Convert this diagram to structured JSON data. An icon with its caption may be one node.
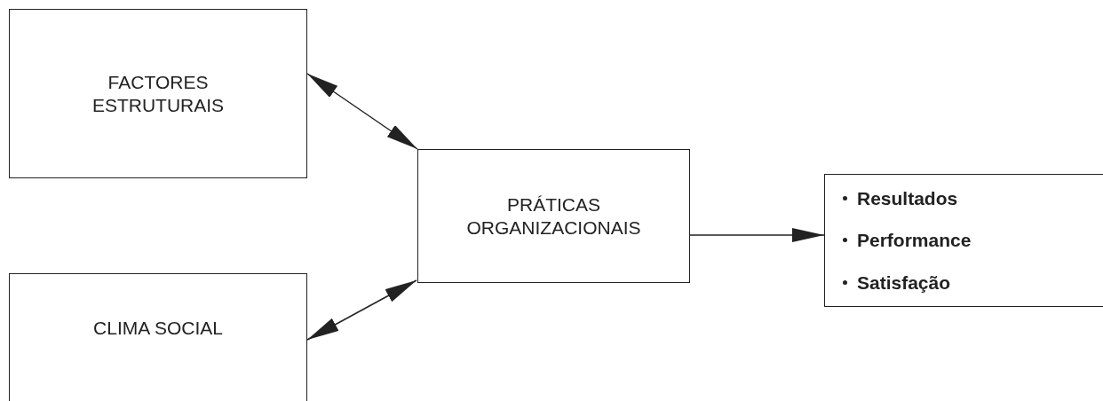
{
  "diagram": {
    "nodes": [
      {
        "text": [
          "FACTORES ESTRUTURAIS"
        ]
      },
      {
        "text": [
          "CLIMA SOCIAL"
        ]
      },
      {
        "text": [
          "PRÁTICAS ORGANIZACIONAIS"
        ]
      },
      {
        "text": [
          "Resultados",
          "Performance",
          "Satisfação"
        ]
      }
    ],
    "edges": [
      {
        "from": 0,
        "to": 2,
        "arrow": "both"
      },
      {
        "from": 1,
        "to": 2,
        "arrow": "both"
      },
      {
        "from": 2,
        "to": 3,
        "arrow": "to"
      }
    ]
  }
}
